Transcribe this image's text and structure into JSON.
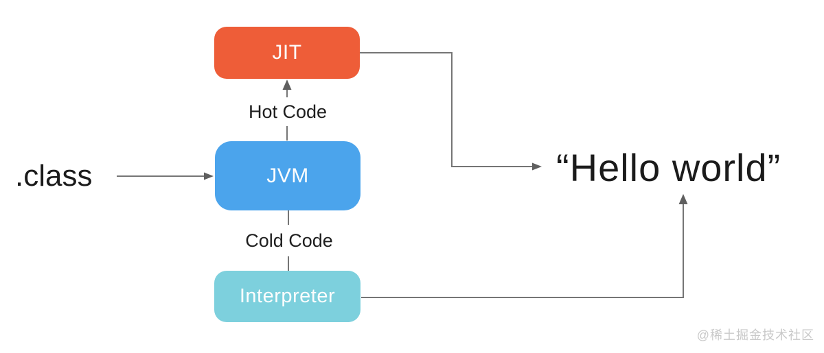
{
  "diagram": {
    "nodes": {
      "jit": {
        "label": "JIT",
        "color": "#ee5d38"
      },
      "jvm": {
        "label": "JVM",
        "color": "#4ba4ec"
      },
      "interpreter": {
        "label": "Interpreter",
        "color": "#7dd0dd"
      }
    },
    "edge_labels": {
      "jvm_to_jit": "Hot Code",
      "jvm_to_interpreter": "Cold Code"
    },
    "input_label": ".class",
    "output_label": "“Hello world”",
    "colors": {
      "connector": "#757575",
      "arrowhead": "#5f5f5f",
      "text": "#1e1e1e",
      "node_text": "#fdfdfd",
      "watermark": "#c9c9c9",
      "background": "#ffffff"
    },
    "watermark": "@稀土掘金技术社区"
  }
}
